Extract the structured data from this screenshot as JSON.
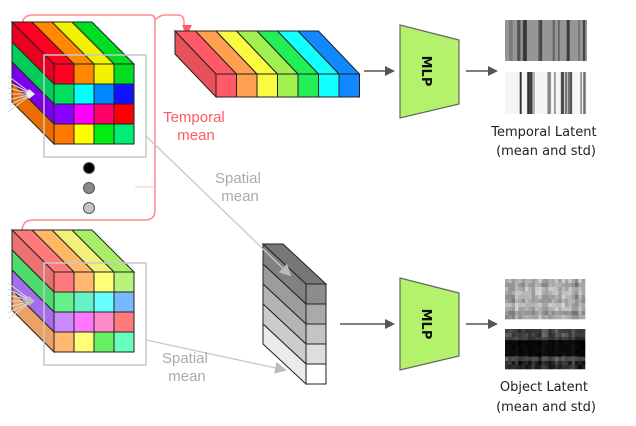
{
  "labels": {
    "temporal_mean": [
      "Temporal",
      "mean"
    ],
    "spatial_mean_upper": [
      "Spatial",
      "mean"
    ],
    "spatial_mean_lower": [
      "Spatial",
      "mean"
    ],
    "mlp_top": "MLP",
    "mlp_bottom": "MLP",
    "temporal_latent": [
      "Temporal Latent",
      "(mean and std)"
    ],
    "object_latent": [
      "Object Latent",
      "(mean and std)"
    ]
  },
  "colors": {
    "temporal_accent": "#ff5a66",
    "spatial_gray": "#aaaaaa",
    "mlp_fill": "#b3f26a",
    "mlp_stroke": "#666666",
    "arrow": "#555555"
  },
  "top_cube": {
    "top_stripes": [
      "#ff0022",
      "#ff8800",
      "#f2f200",
      "#00dd22"
    ],
    "side_rows": [
      "#ff0022",
      "#00e060",
      "#8800ff",
      "#ff7700"
    ],
    "front_grid": [
      [
        "#ff0022",
        "#ff8800",
        "#f2f200",
        "#00dd22"
      ],
      [
        "#00e060",
        "#00ffff",
        "#0088ff",
        "#1111ff"
      ],
      [
        "#8800ff",
        "#ff00ff",
        "#ff0066",
        "#ff0000"
      ],
      [
        "#ff7700",
        "#ffff00",
        "#00ee11",
        "#00ee77"
      ]
    ]
  },
  "bottom_cube": {
    "top_stripes": [
      "#ff7a7a",
      "#ffb866",
      "#f2f07a",
      "#a8ee66"
    ],
    "side_rows": [
      "#ff7a7a",
      "#55ee77",
      "#b377ff",
      "#ffb070"
    ],
    "front_grid": [
      [
        "#ff7a7a",
        "#ffb870",
        "#ffff77",
        "#b8f27a"
      ],
      [
        "#66f08a",
        "#66f2c8",
        "#66ffff",
        "#77b8ff"
      ],
      [
        "#cc88ff",
        "#ff77ff",
        "#ff88c8",
        "#ff7a7a"
      ],
      [
        "#ffb870",
        "#ffff77",
        "#66f066",
        "#66ffbb"
      ]
    ]
  },
  "temporal_bar": {
    "slices": [
      "#ff5a66",
      "#ffa050",
      "#fafa40",
      "#a0f050",
      "#22ee55",
      "#11ffff",
      "#1188ff"
    ]
  },
  "spatial_column": {
    "cells": [
      "#8c8c8c",
      "#aaaaaa",
      "#c4c4c4",
      "#dedede",
      "#ffffff"
    ]
  },
  "dots": [
    "#000000",
    "#8a8a8a",
    "#c4c4c4"
  ]
}
